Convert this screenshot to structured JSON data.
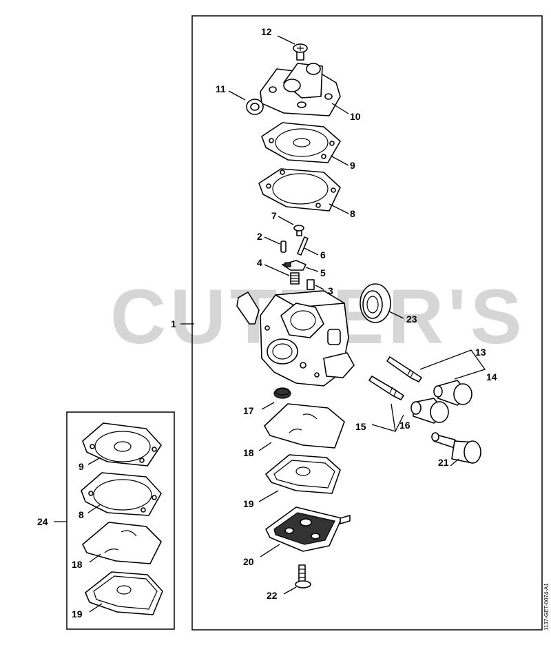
{
  "watermark": "CUTTER'S",
  "reference_code": "1137-GET-0074-A1",
  "callouts": {
    "c1": "1",
    "c2": "2",
    "c3": "3",
    "c4": "4",
    "c5": "5",
    "c6": "6",
    "c7": "7",
    "c8": "8",
    "c9": "9",
    "c10": "10",
    "c11": "11",
    "c12": "12",
    "c13": "13",
    "c14": "14",
    "c15": "15",
    "c16": "16",
    "c17": "17",
    "c18": "18",
    "c19": "19",
    "c20": "20",
    "c21": "21",
    "c22": "22",
    "c23": "23",
    "c24": "24",
    "k9": "9",
    "k8": "8",
    "k18": "18",
    "k19": "19"
  }
}
